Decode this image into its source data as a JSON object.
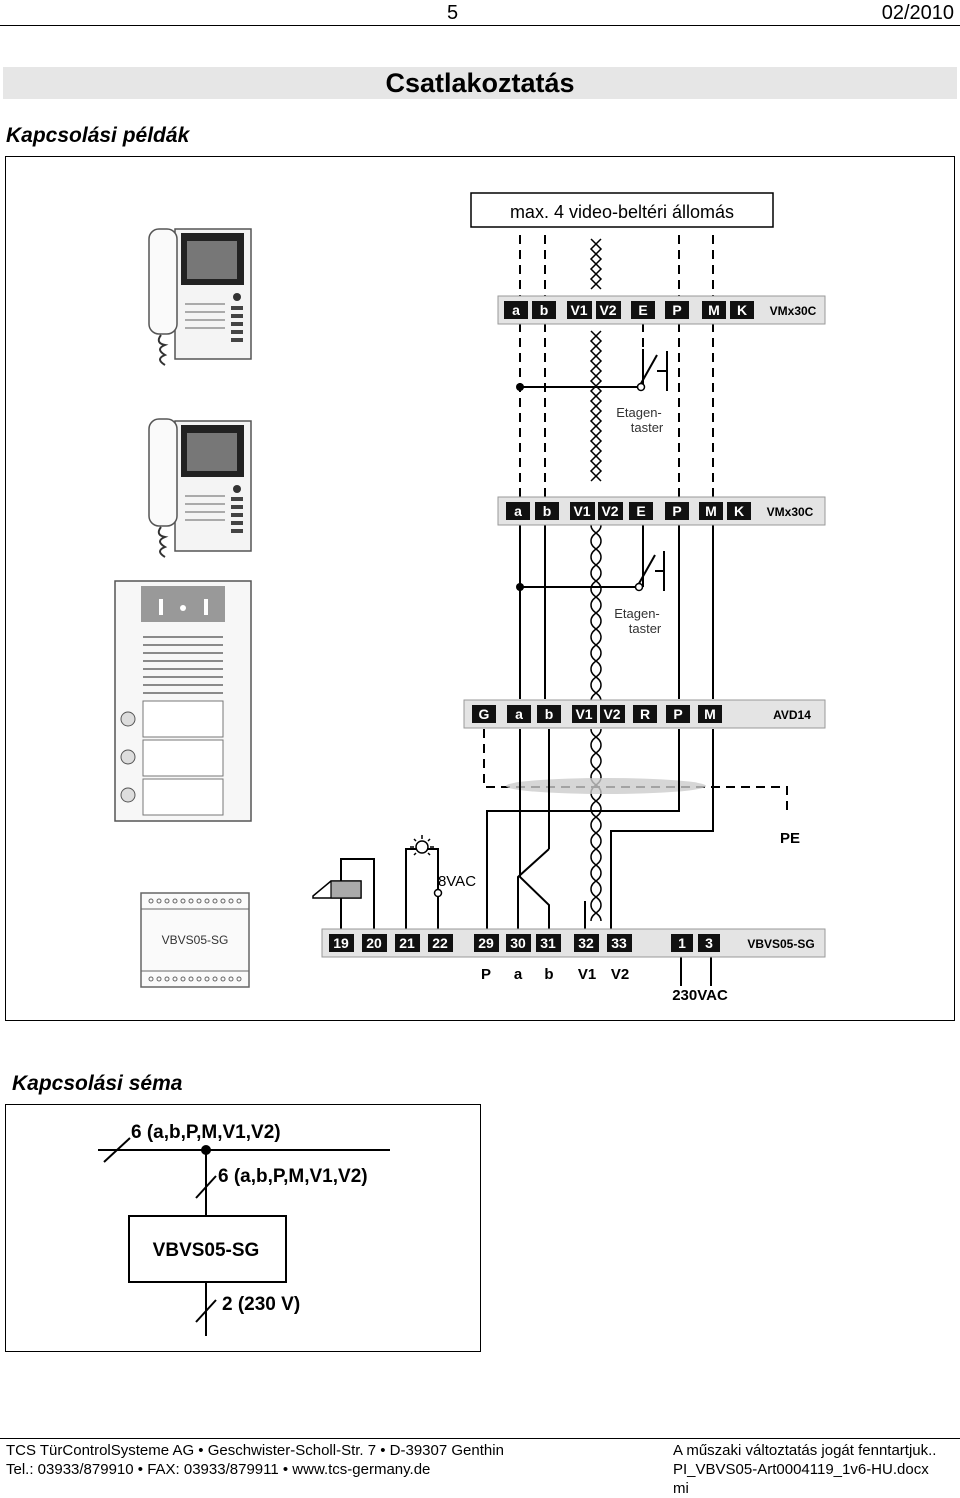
{
  "header": {
    "page_number": "5",
    "date": "02/2010",
    "section_title": "Csatlakoztatás"
  },
  "examples": {
    "heading": "Kapcsolási példák",
    "box_label": "max. 4 video-beltéri állomás",
    "vmx_label": "VMx30C",
    "vmx_terminals": [
      "a",
      "b",
      "V1",
      "V2",
      "E",
      "P",
      "M",
      "K"
    ],
    "etagentaster_line1": "Etagen-",
    "etagentaster_line2": "taster",
    "avd_label": "AVD14",
    "avd_terminals": [
      "G",
      "a",
      "b",
      "V1",
      "V2",
      "R",
      "P",
      "M"
    ],
    "pe_label": "PE",
    "vac_label": "8VAC",
    "vbvs_label": "VBVS05-SG",
    "vbvs_module_label": "VBVS05-SG",
    "vbvs_terminals": [
      "19",
      "20",
      "21",
      "22",
      "29",
      "30",
      "31",
      "32",
      "33",
      "1",
      "3"
    ],
    "vbvs_bus_labels": [
      "P",
      "a",
      "b",
      "V1",
      "V2"
    ],
    "mains_label": "230VAC"
  },
  "schema": {
    "heading": "Kapcsolási séma",
    "bus_top_label": "6 (a,b,P,M,V1,V2)",
    "bus_branch_label": "6 (a,b,P,M,V1,V2)",
    "device_label": "VBVS05-SG",
    "supply_label": "2 (230 V)"
  },
  "footer": {
    "left_line1": "TCS TürControlSysteme AG • Geschwister-Scholl-Str. 7 • D-39307 Genthin",
    "left_line2": "Tel.: 03933/879910 • FAX: 03933/879911 • www.tcs-germany.de",
    "right_line1": "A műszaki változtatás jogát fenntartjuk..",
    "right_line2": "PI_VBVS05-Art0004119_1v6-HU.docx",
    "right_line3": "mi"
  }
}
